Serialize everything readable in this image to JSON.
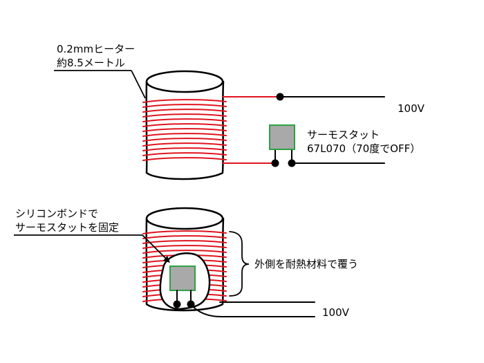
{
  "labels": {
    "heater_line1": "0.2mmヒーター",
    "heater_line2": "約8.5メートル",
    "voltage_top": "100V",
    "thermostat_name": "サーモスタット",
    "thermostat_spec": "67L070（70度でOFF）",
    "silicone_line1": "シリコンボンドで",
    "silicone_line2": "サーモスタットを固定",
    "cover_note": "外側を耐熱材料で覆う",
    "voltage_bottom": "100V"
  },
  "colors": {
    "heater_wire": "#e0141e",
    "thermostat_fill": "#a9a9a9",
    "thermostat_border": "#2ea043",
    "outline": "#000000"
  }
}
